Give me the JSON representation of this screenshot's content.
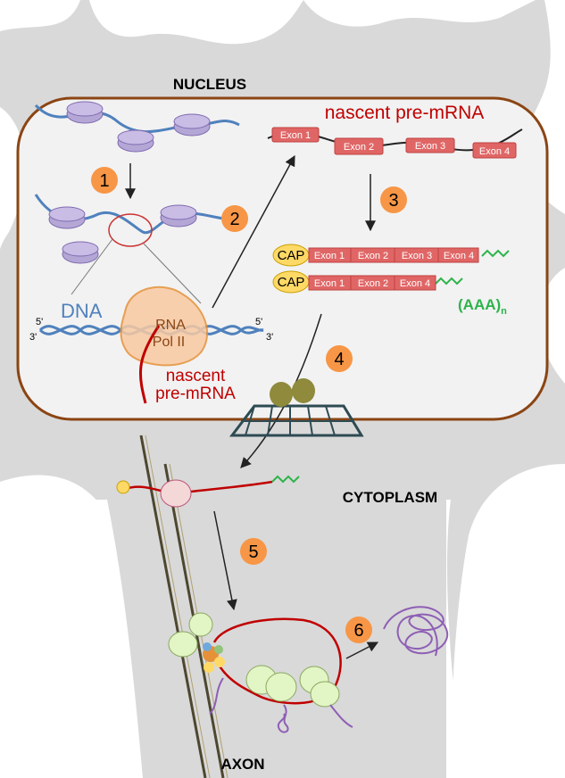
{
  "labels": {
    "nucleus": "NUCLEUS",
    "cytoplasm": "CYTOPLASM",
    "axon": "AXON",
    "dna": "DNA",
    "five_prime": "5'",
    "three_prime": "3'",
    "rna": "RNA",
    "pol": "Pol  II",
    "nascent_top": "nascent pre-mRNA",
    "nascent_line1": "nascent",
    "nascent_line2": "pre-mRNA",
    "polya": "(AAA)",
    "polya_sub": "n",
    "cap": "CAP"
  },
  "steps": [
    "1",
    "2",
    "3",
    "4",
    "5",
    "6"
  ],
  "exons": [
    "Exon 1",
    "Exon 2",
    "Exon 3",
    "Exon 4"
  ],
  "mrna_full": [
    "Exon 1",
    "Exon 2",
    "Exon 3",
    "Exon 4"
  ],
  "mrna_spliced": [
    "Exon 1",
    "Exon 2",
    "Exon 4"
  ],
  "colors": {
    "background": "#ffffff",
    "cell": "#d9d9d9",
    "nucleus_fill": "#f2f2f2",
    "nucleus_border": "#8b4513",
    "step_circle": "#f79646",
    "exon": "#e06666",
    "rna_red": "#c00000",
    "dna_blue": "#4f81bd",
    "histone": "#b4a7d6",
    "cap": "#ffd966",
    "polya_green": "#2db34a",
    "ribosome": "#8f8a3c",
    "protein": "#8e5fb5",
    "granule": "#e2f5c4"
  }
}
